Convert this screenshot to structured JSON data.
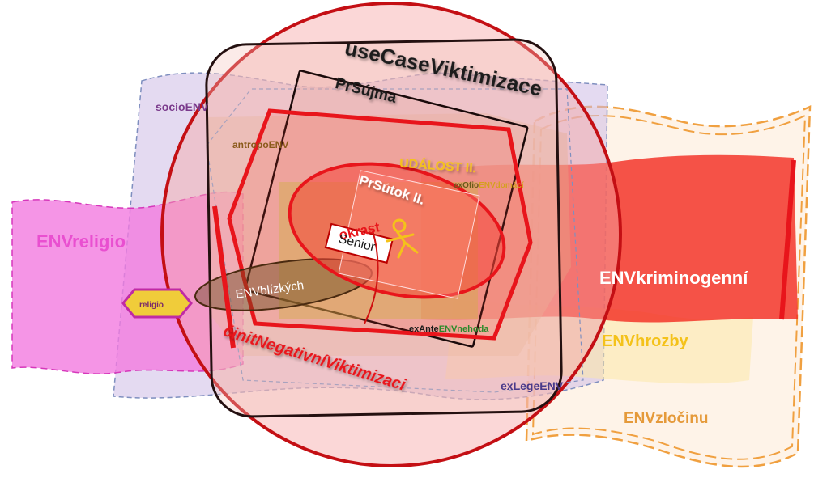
{
  "labels": {
    "use_case": "useCaseViktimizace",
    "pr_sujma": "PrSújma",
    "socio_env": "socioENV",
    "antropo_env": "antropoENV",
    "udalost": "UDÁLOST II.",
    "ex_ofio_prefix": "exOfio",
    "ex_ofio_suffix": "ENVdomácí",
    "pr_sutok": "PrSútok II.",
    "okrast": "okrast",
    "senior": "Senior",
    "env_religio": "ENVreligio",
    "religio_tag": "religio",
    "env_blizkych": "ENVblízkých",
    "env_kriminogenni": "ENVkriminogenní",
    "env_hrozby": "ENVhrozby",
    "ex_ante_prefix": "exAnte",
    "ex_ante_suffix": "ENVnehoda",
    "ex_lege_env": "exLegeENV",
    "env_zlocinu": "ENVzločinu",
    "cinit": "činitNegativníViktimizaci"
  },
  "colors": {
    "accent_red": "#e8151b",
    "dark_red": "#b80f14",
    "magenta": "#e94fd0",
    "purple_text": "#7a3a8c",
    "gold": "#f4c21a",
    "orange_text": "#e59a3a",
    "dash_orange": "#f0a040",
    "dash_blue": "#7f8fbf"
  }
}
